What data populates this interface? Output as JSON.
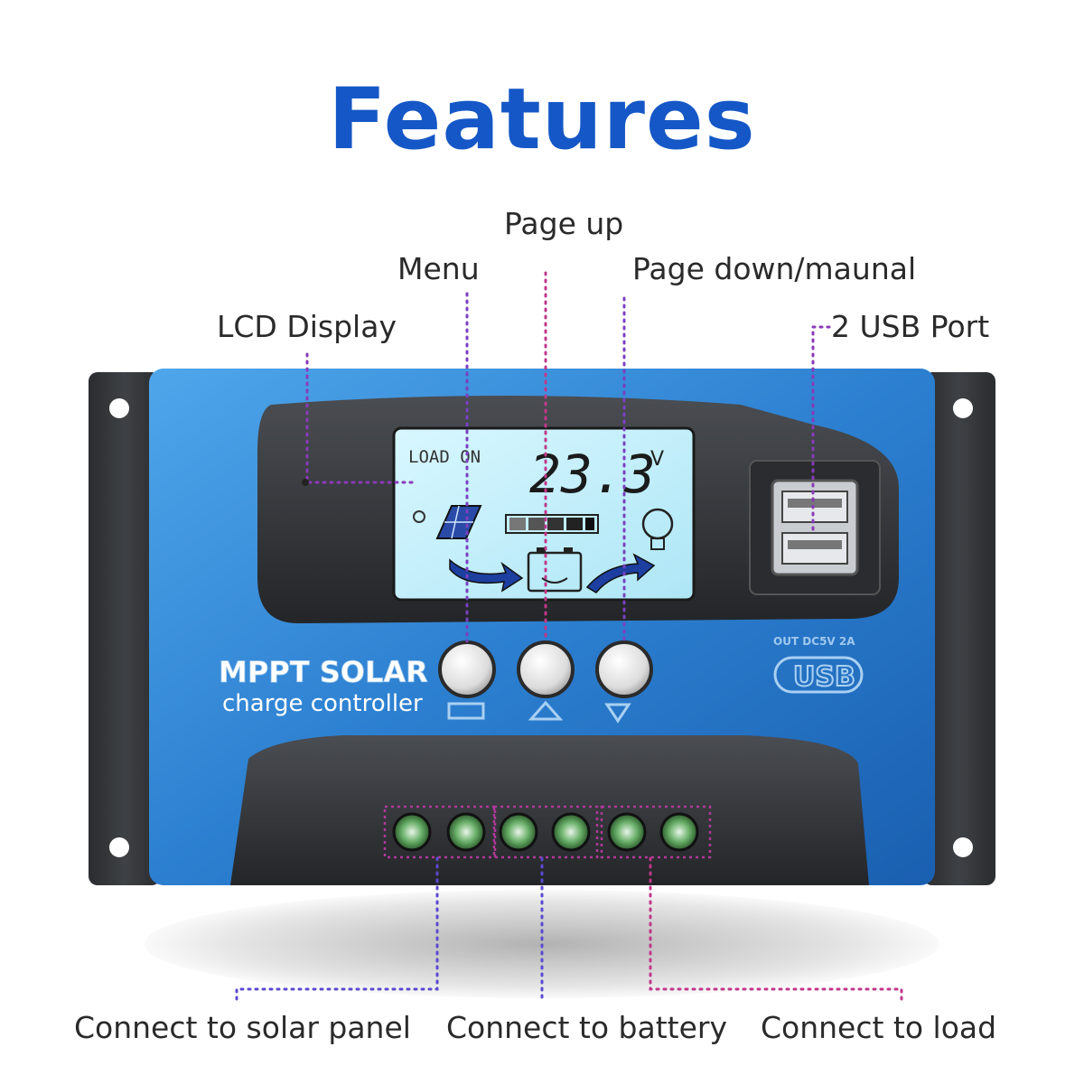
{
  "title": "Features",
  "callouts": {
    "lcd_display": "LCD Display",
    "menu": "Menu",
    "page_up": "Page up",
    "page_down": "Page down/maunal",
    "usb_port": "2 USB Port",
    "solar_panel": "Connect to solar panel",
    "battery": "Connect to battery",
    "load": "Connect to load"
  },
  "device": {
    "brand_line1": "MPPT SOLAR",
    "brand_line2": "charge controller",
    "lcd_load_text": "LOAD ON",
    "lcd_voltage": "23.3",
    "lcd_unit": "V",
    "usb_rating": "OUT DC5V 2A",
    "usb_logo": "USB"
  },
  "colors": {
    "title": "#1557c6",
    "leader_line": "#b0389a",
    "body_blue": "#2f86d6",
    "lcd_background": "#c8f0fb"
  }
}
